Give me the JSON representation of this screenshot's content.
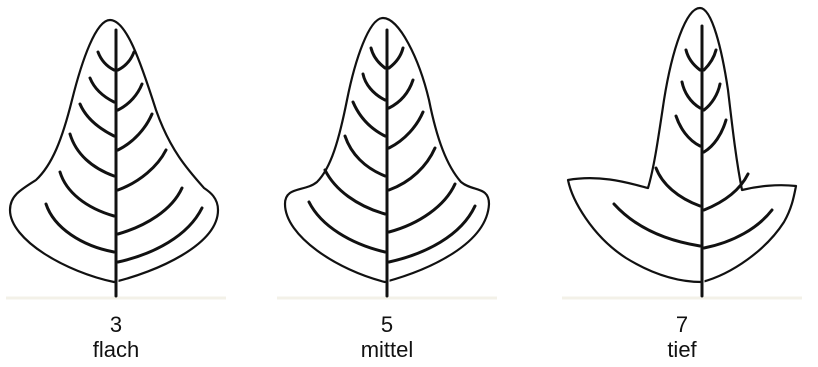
{
  "leaves": [
    {
      "number": "3",
      "label": "flach"
    },
    {
      "number": "5",
      "label": "mittel"
    },
    {
      "number": "7",
      "label": "tief"
    }
  ]
}
